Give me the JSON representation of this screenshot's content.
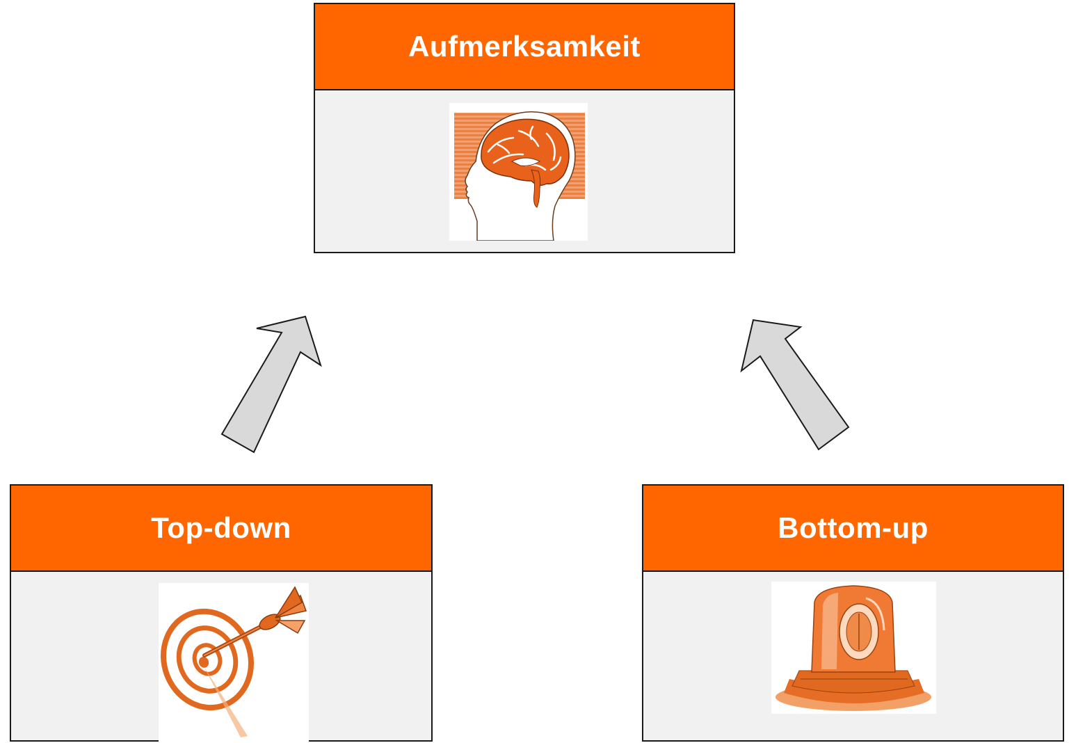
{
  "boxes": {
    "top": {
      "title": "Aufmerksamkeit",
      "image": "brain-head-profile"
    },
    "left": {
      "title": "Top-down",
      "image": "dart-target"
    },
    "right": {
      "title": "Bottom-up",
      "image": "rotating-beacon-light"
    }
  },
  "colors": {
    "header": "#ff6600",
    "box_body": "#f1f1f1",
    "arrow_fill": "#d9d9d9",
    "border": "#1a1a1a"
  },
  "arrows": [
    {
      "from": "Top-down",
      "to": "Aufmerksamkeit"
    },
    {
      "from": "Bottom-up",
      "to": "Aufmerksamkeit"
    }
  ]
}
